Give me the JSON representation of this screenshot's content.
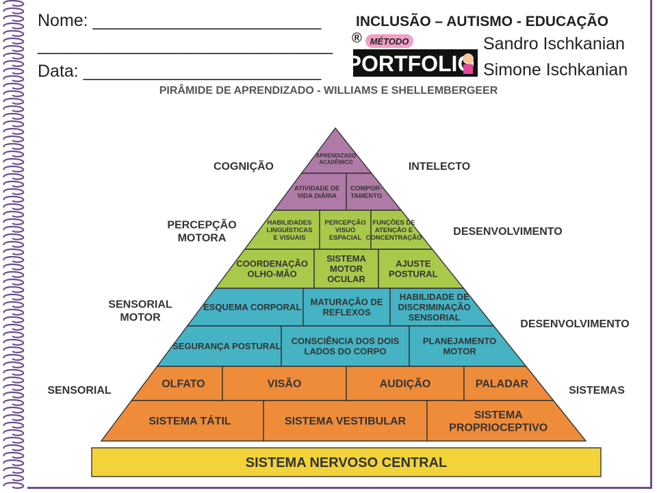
{
  "form": {
    "name_label": "Nome: ________________________",
    "blank_line": "_______________________________",
    "date_label": "Data: _________________________"
  },
  "header": {
    "title": "INCLUSÃO – AUTISMO - EDUCAÇÃO",
    "authors": [
      "Sandro Ischkanian",
      "Simone Ischkanian"
    ]
  },
  "logo": {
    "registered": "®",
    "small": "MÉTODO",
    "main": "PORTFOLIO"
  },
  "pyramid": {
    "title": "PIRÂMIDE DE APRENDIZADO - WILLIAMS E SHELLEMBERGEER",
    "colors": {
      "cognition": "#b07aa6",
      "perception": "#a9c94a",
      "sensorimotor": "#45b3c4",
      "sensory": "#ef8c3a",
      "base": "#f2d33a",
      "outline": "#333333"
    },
    "side_labels": {
      "left": [
        "COGNIÇÃO",
        "PERCEPÇÃO MOTORA",
        "SENSORIAL MOTOR",
        "SENSORIAL"
      ],
      "right": [
        "INTELECTO",
        "DESENVOLVIMENTO",
        "DESENVOLVIMENTO",
        "SISTEMAS"
      ]
    },
    "blocks": [
      "APRENDIZADO ACADÊMICO",
      "ATIVIDADE DE VIDA DIÁRIA",
      "COMPOR- TAMENTO",
      "HABILIDADES LINGUÍSTICAS E VISUAIS",
      "PERCEPÇÃO VISUO ESPACIAL",
      "FUNÇÕES DE ATENÇÃO E CONCENTRAÇÃO",
      "COORDENAÇÃO OLHO-MÃO",
      "SISTEMA MOTOR OCULAR",
      "AJUSTE POSTURAL",
      "ESQUEMA CORPORAL",
      "MATURAÇÃO DE REFLEXOS",
      "HABILIDADE DE DISCRIMINAÇÃO SENSORIAL",
      "SEGURANÇA POSTURAL",
      "CONSCIÊNCIA DOS DOIS LADOS DO CORPO",
      "PLANEJAMENTO MOTOR",
      "OLFATO",
      "VISÃO",
      "AUDIÇÃO",
      "PALADAR",
      "SISTEMA TÁTIL",
      "SISTEMA VESTIBULAR",
      "SISTEMA PROPRIOCEPTIVO"
    ],
    "base": "SISTEMA NERVOSO CENTRAL"
  }
}
